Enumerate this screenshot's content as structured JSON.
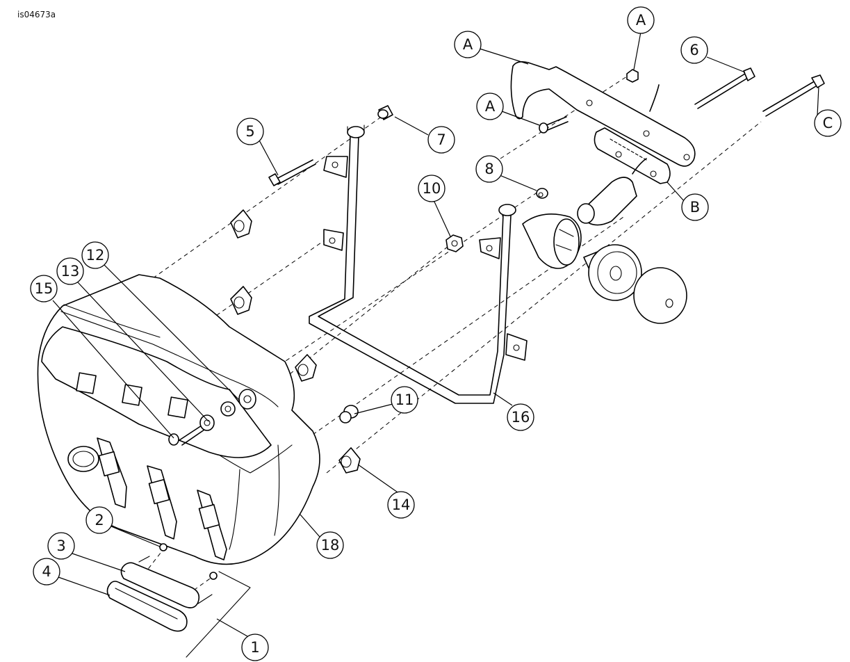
{
  "diagram_code": "is04673a",
  "callouts": [
    {
      "id": "c1",
      "label": "1"
    },
    {
      "id": "c2",
      "label": "2"
    },
    {
      "id": "c3",
      "label": "3"
    },
    {
      "id": "c4",
      "label": "4"
    },
    {
      "id": "c5",
      "label": "5"
    },
    {
      "id": "c6",
      "label": "6"
    },
    {
      "id": "c7",
      "label": "7"
    },
    {
      "id": "c8",
      "label": "8"
    },
    {
      "id": "c10",
      "label": "10"
    },
    {
      "id": "c11",
      "label": "11"
    },
    {
      "id": "c12",
      "label": "12"
    },
    {
      "id": "c13",
      "label": "13"
    },
    {
      "id": "c14",
      "label": "14"
    },
    {
      "id": "c15",
      "label": "15"
    },
    {
      "id": "c16",
      "label": "16"
    },
    {
      "id": "c18",
      "label": "18"
    },
    {
      "id": "cA1",
      "label": "A"
    },
    {
      "id": "cA2",
      "label": "A"
    },
    {
      "id": "cA3",
      "label": "A"
    },
    {
      "id": "cB",
      "label": "B"
    },
    {
      "id": "cC",
      "label": "C"
    }
  ]
}
